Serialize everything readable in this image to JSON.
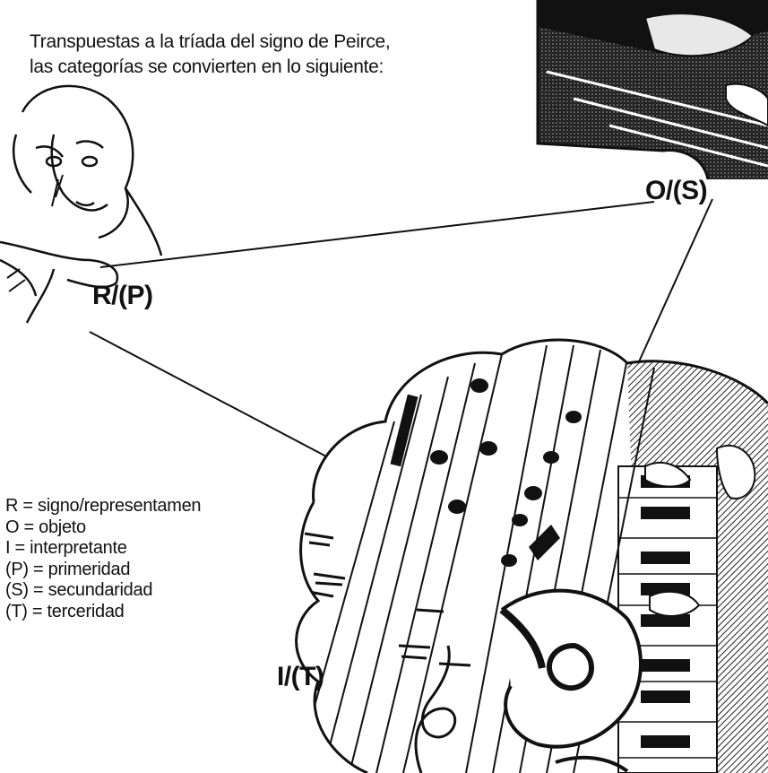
{
  "intro": {
    "line1": "Transpuestas a la tríada del signo de Peirce,",
    "line2": "las categorías se convierten en lo siguiente:"
  },
  "labels": {
    "representamen": "R/(P)",
    "object": "O/(S)",
    "interpretant": "I/(T)"
  },
  "legend": [
    "R = signo/representamen",
    "O = objeto",
    "I = interpretante",
    "(P) = primeridad",
    "(S) = secundaridad",
    "(T) = terceridad"
  ],
  "illustrations": {
    "representamen": "crying-woman-illustration",
    "object": "piano-hands-illustration",
    "interpretant": "sheet-music-pianist-ear-collage"
  },
  "colors": {
    "ink": "#111111",
    "paper": "#ffffff"
  }
}
